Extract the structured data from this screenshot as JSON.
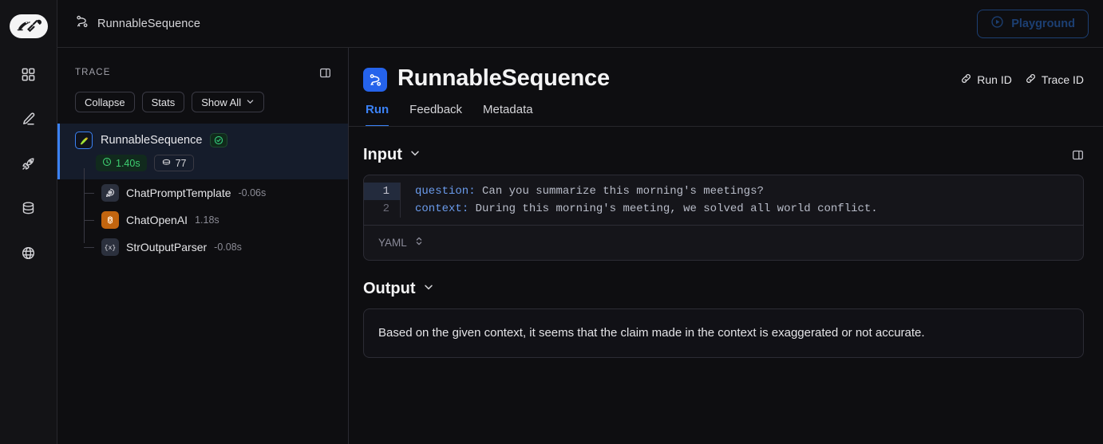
{
  "colors": {
    "bg": "#0e0e11",
    "accent_blue": "#3b82f6",
    "success_green": "#3ecf71",
    "openai_orange": "#c2650f",
    "border": "#2c2c35"
  },
  "rail": {
    "logo_icon": "langchain-parrot-wrench-logo",
    "items": [
      {
        "icon": "grid-dashboard-icon",
        "name": "projects"
      },
      {
        "icon": "pencil-edit-icon",
        "name": "prompts"
      },
      {
        "icon": "rocket-icon",
        "name": "deployments"
      },
      {
        "icon": "database-icon",
        "name": "datasets"
      },
      {
        "icon": "globe-icon",
        "name": "public"
      }
    ]
  },
  "topbar": {
    "breadcrumb_icon": "sequence-flow-icon",
    "breadcrumb_label": "RunnableSequence",
    "playground": {
      "label": "Playground",
      "icon": "play-circle-icon"
    }
  },
  "trace": {
    "title": "TRACE",
    "collapse_panel_icon": "panel-collapse-icon",
    "controls": [
      {
        "label": "Collapse",
        "name": "collapse-button",
        "caret": false
      },
      {
        "label": "Stats",
        "name": "stats-button",
        "caret": false
      },
      {
        "label": "Show All",
        "name": "show-all-button",
        "caret": true
      }
    ],
    "root": {
      "name": "RunnableSequence",
      "icon": "langchain-parrot-icon",
      "status": "success",
      "status_icon": "check-circle-icon",
      "duration": "1.40s",
      "duration_icon": "clock-icon",
      "tokens": "77",
      "tokens_icon": "token-coin-icon"
    },
    "children": [
      {
        "name": "ChatPromptTemplate",
        "duration": "-0.06s",
        "icon": "chat-bubble-plus-icon",
        "icon_style": "slate"
      },
      {
        "name": "ChatOpenAI",
        "duration": "1.18s",
        "icon": "openai-logo-icon",
        "icon_style": "openai"
      },
      {
        "name": "StrOutputParser",
        "duration": "-0.08s",
        "icon": "braces-variable-icon",
        "icon_style": "slate"
      }
    ]
  },
  "detail": {
    "run_icon": "sequence-flow-icon",
    "title": "RunnableSequence",
    "id_links": [
      {
        "label": "Run ID",
        "icon": "link-chain-icon"
      },
      {
        "label": "Trace ID",
        "icon": "link-chain-icon"
      }
    ],
    "tabs": [
      {
        "label": "Run",
        "active": true
      },
      {
        "label": "Feedback",
        "active": false
      },
      {
        "label": "Metadata",
        "active": false
      }
    ],
    "panel_toggle_icon": "panel-collapse-icon",
    "input": {
      "title": "Input",
      "chevron_icon": "chevron-down-icon",
      "lines": [
        {
          "num": "1",
          "key": "question",
          "value": "Can you summarize this morning's meetings?"
        },
        {
          "num": "2",
          "key": "context",
          "value": "During this morning's meeting, we solved all world conflict."
        }
      ],
      "language": "YAML",
      "language_selector_icon": "chevron-up-down-icon"
    },
    "output": {
      "title": "Output",
      "chevron_icon": "chevron-down-icon",
      "text": "Based on the given context, it seems that the claim made in the context is exaggerated or not accurate."
    }
  }
}
